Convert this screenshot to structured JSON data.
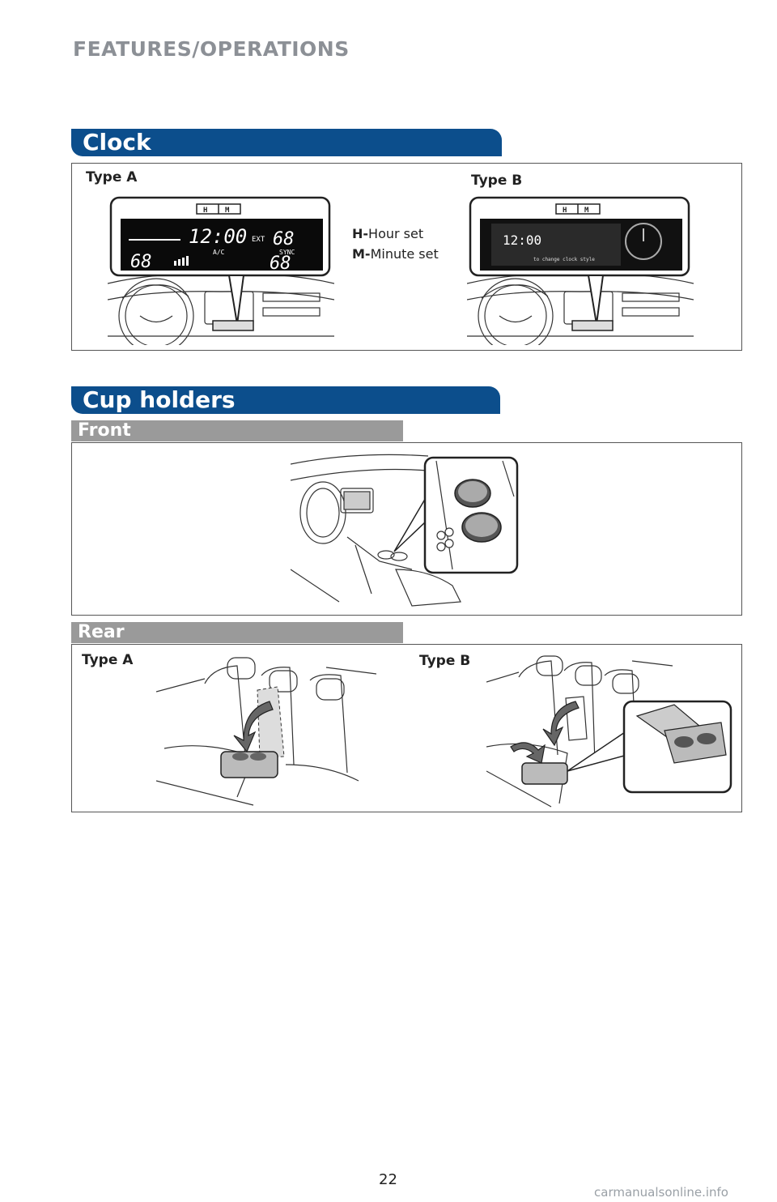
{
  "header": {
    "section": "FEATURES/OPERATIONS"
  },
  "clock": {
    "title": "Clock",
    "type_a": "Type A",
    "type_b": "Type B",
    "legend": [
      {
        "key": "H-",
        "text": "Hour set"
      },
      {
        "key": "M-",
        "text": "Minute set"
      }
    ],
    "buttons": {
      "hour": "H",
      "minute": "M"
    },
    "display_a": {
      "time": "12:00",
      "ext": "EXT",
      "ext_temp": "68",
      "temp_left": "68",
      "temp_right": "68",
      "ac": "A/C",
      "sync": "SYNC"
    },
    "display_b": {
      "time": "12:00",
      "hint": "to change clock style"
    }
  },
  "cup_holders": {
    "title": "Cup holders",
    "front": {
      "label": "Front"
    },
    "rear": {
      "label": "Rear",
      "type_a": "Type A",
      "type_b": "Type B"
    }
  },
  "footer": {
    "page_number": "22",
    "watermark": "carmanualsonline.info"
  },
  "colors": {
    "banner": "#0c4e8c",
    "subbar": "#9a9a9a",
    "display_bg": "#0a0a0a"
  }
}
